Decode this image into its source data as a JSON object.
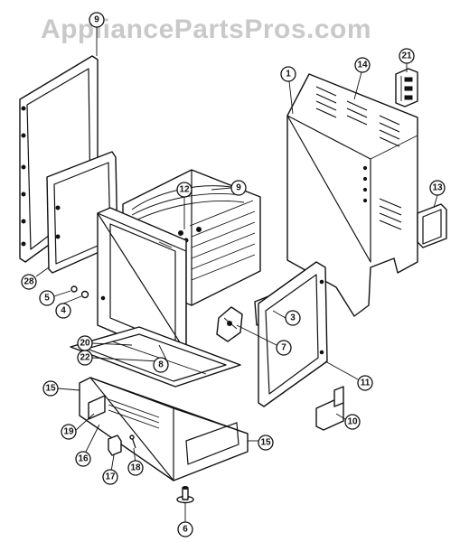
{
  "watermark": "AppliancePartsPros.com",
  "callouts": [
    {
      "id": "c9top",
      "label": "9"
    },
    {
      "id": "c1",
      "label": "1"
    },
    {
      "id": "c14",
      "label": "14"
    },
    {
      "id": "c21",
      "label": "21"
    },
    {
      "id": "c12",
      "label": "12"
    },
    {
      "id": "c9",
      "label": "9"
    },
    {
      "id": "c13",
      "label": "13"
    },
    {
      "id": "c28",
      "label": "28"
    },
    {
      "id": "c5",
      "label": "5"
    },
    {
      "id": "c4",
      "label": "4"
    },
    {
      "id": "c3",
      "label": "3"
    },
    {
      "id": "c7",
      "label": "7"
    },
    {
      "id": "c20",
      "label": "20"
    },
    {
      "id": "c22",
      "label": "22"
    },
    {
      "id": "c8",
      "label": "8"
    },
    {
      "id": "c11",
      "label": "11"
    },
    {
      "id": "c15a",
      "label": "15"
    },
    {
      "id": "c10",
      "label": "10"
    },
    {
      "id": "c19",
      "label": "19"
    },
    {
      "id": "c16",
      "label": "16"
    },
    {
      "id": "c15b",
      "label": "15"
    },
    {
      "id": "c17",
      "label": "17"
    },
    {
      "id": "c18",
      "label": "18"
    },
    {
      "id": "c6",
      "label": "6"
    }
  ]
}
